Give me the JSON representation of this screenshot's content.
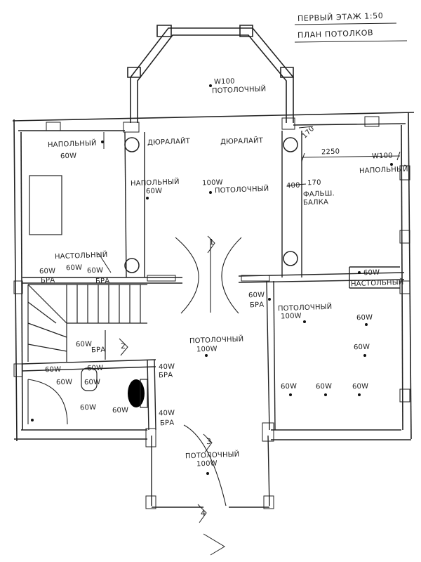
{
  "title": {
    "line1": "ПЕРВЫЙ ЭТАЖ 1:50",
    "line2": "ПЛАН ПОТОЛКОВ"
  },
  "labels": {
    "w100_ceiling": "W100",
    "ceiling": "ПОТОЛОЧНЫЙ",
    "duralight": "ДЮРАЛАЙТ",
    "floor": "НАПОЛЬНЫЙ",
    "w60": "60W",
    "w100": "100W",
    "w40": "40W",
    "w100_floor": "W100",
    "table": "НАСТОЛЬНЫЙ",
    "bra": "БРА",
    "false_beam_1": "ФАЛЬШ.",
    "false_beam_2": "БАЛКА",
    "dim_2250": "2250",
    "dim_400": "400",
    "dim_170a": "170",
    "dim_170b": "170",
    "sixty_bra": "60W БРА",
    "ceiling_100w": "100W",
    "num1": "1",
    "num2": "2",
    "num3": "3",
    "num4": "4"
  }
}
